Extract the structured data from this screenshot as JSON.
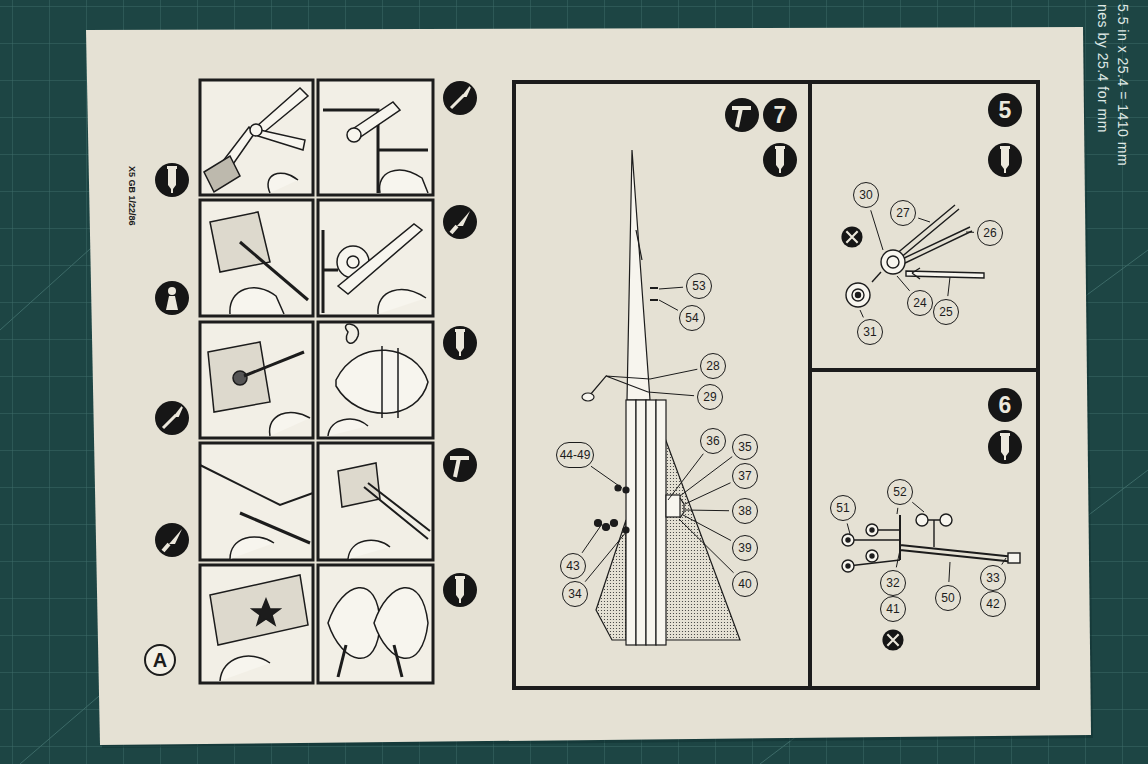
{
  "diagram": {
    "nodes": [
      {
        "text": [
          "5"
        ]
      },
      {
        "text": [
          "6"
        ]
      },
      {
        "text": [
          "7"
        ]
      }
    ],
    "labels": [
      "30",
      "27",
      "26",
      "24",
      "25",
      "31",
      "51",
      "52",
      "32",
      "41",
      "50",
      "33",
      "42",
      "53",
      "54",
      "28",
      "29",
      "44-49",
      "35",
      "36",
      "37",
      "38",
      "39",
      "40",
      "43",
      "34",
      "A",
      "X5 GB 1/22/86",
      "nes by 25.4 for mm",
      "5.5 in x 25.4 = 1410 mm"
    ]
  }
}
